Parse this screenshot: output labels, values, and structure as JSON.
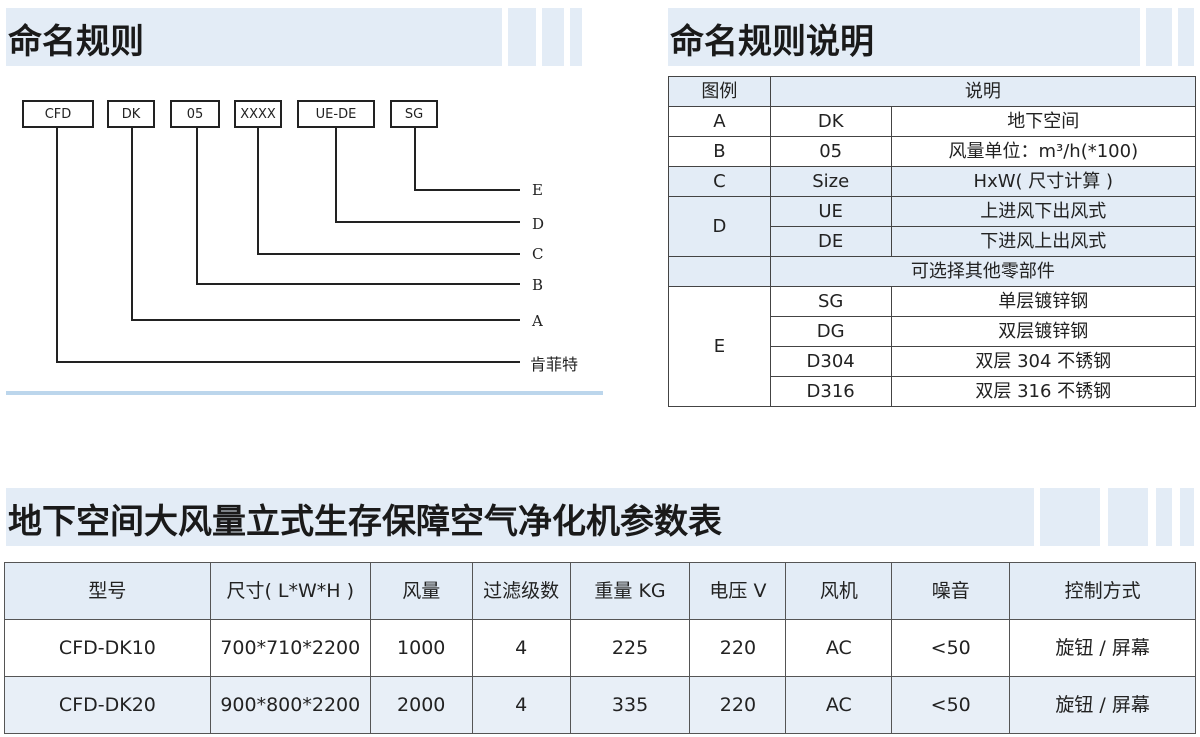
{
  "naming_rules": {
    "title": "命名规则",
    "codes": [
      "CFD",
      "DK",
      "05",
      "XXXX",
      "UE-DE",
      "SG"
    ],
    "labels": [
      "E",
      "D",
      "C",
      "B",
      "A",
      "肯菲特"
    ]
  },
  "rules_explanation": {
    "title": "命名规则说明",
    "header": {
      "legend": "图例",
      "description": "说明"
    },
    "rows": [
      {
        "key": "A",
        "code": "DK",
        "desc": "地下空间"
      },
      {
        "key": "B",
        "code": "05",
        "desc": "风量单位：m³/h(*100)"
      },
      {
        "key": "C",
        "code": "Size",
        "desc": "HxW( 尺寸计算 )"
      },
      {
        "key": "D",
        "items": [
          {
            "code": "UE",
            "desc": "上进风下出风式"
          },
          {
            "code": "DE",
            "desc": "下进风上出风式"
          }
        ]
      },
      {
        "note": "可选择其他零部件"
      },
      {
        "key": "E",
        "items": [
          {
            "code": "SG",
            "desc": "单层镀锌钢"
          },
          {
            "code": "DG",
            "desc": "双层镀锌钢"
          },
          {
            "code": "D304",
            "desc": "双层 304 不锈钢"
          },
          {
            "code": "D316",
            "desc": "双层 316 不锈钢"
          }
        ]
      }
    ]
  },
  "params": {
    "title": "地下空间大风量立式生存保障空气净化机参数表",
    "headers": [
      "型号",
      "尺寸( L*W*H )",
      "风量",
      "过滤级数",
      "重量 KG",
      "电压 V",
      "风机",
      "噪音",
      "控制方式"
    ],
    "rows": [
      [
        "CFD-DK10",
        "700*710*2200",
        "1000",
        "4",
        "225",
        "220",
        "AC",
        "<50",
        "旋钮 / 屏幕"
      ],
      [
        "CFD-DK20",
        "900*800*2200",
        "2000",
        "4",
        "335",
        "220",
        "AC",
        "<50",
        "旋钮 / 屏幕"
      ]
    ]
  }
}
